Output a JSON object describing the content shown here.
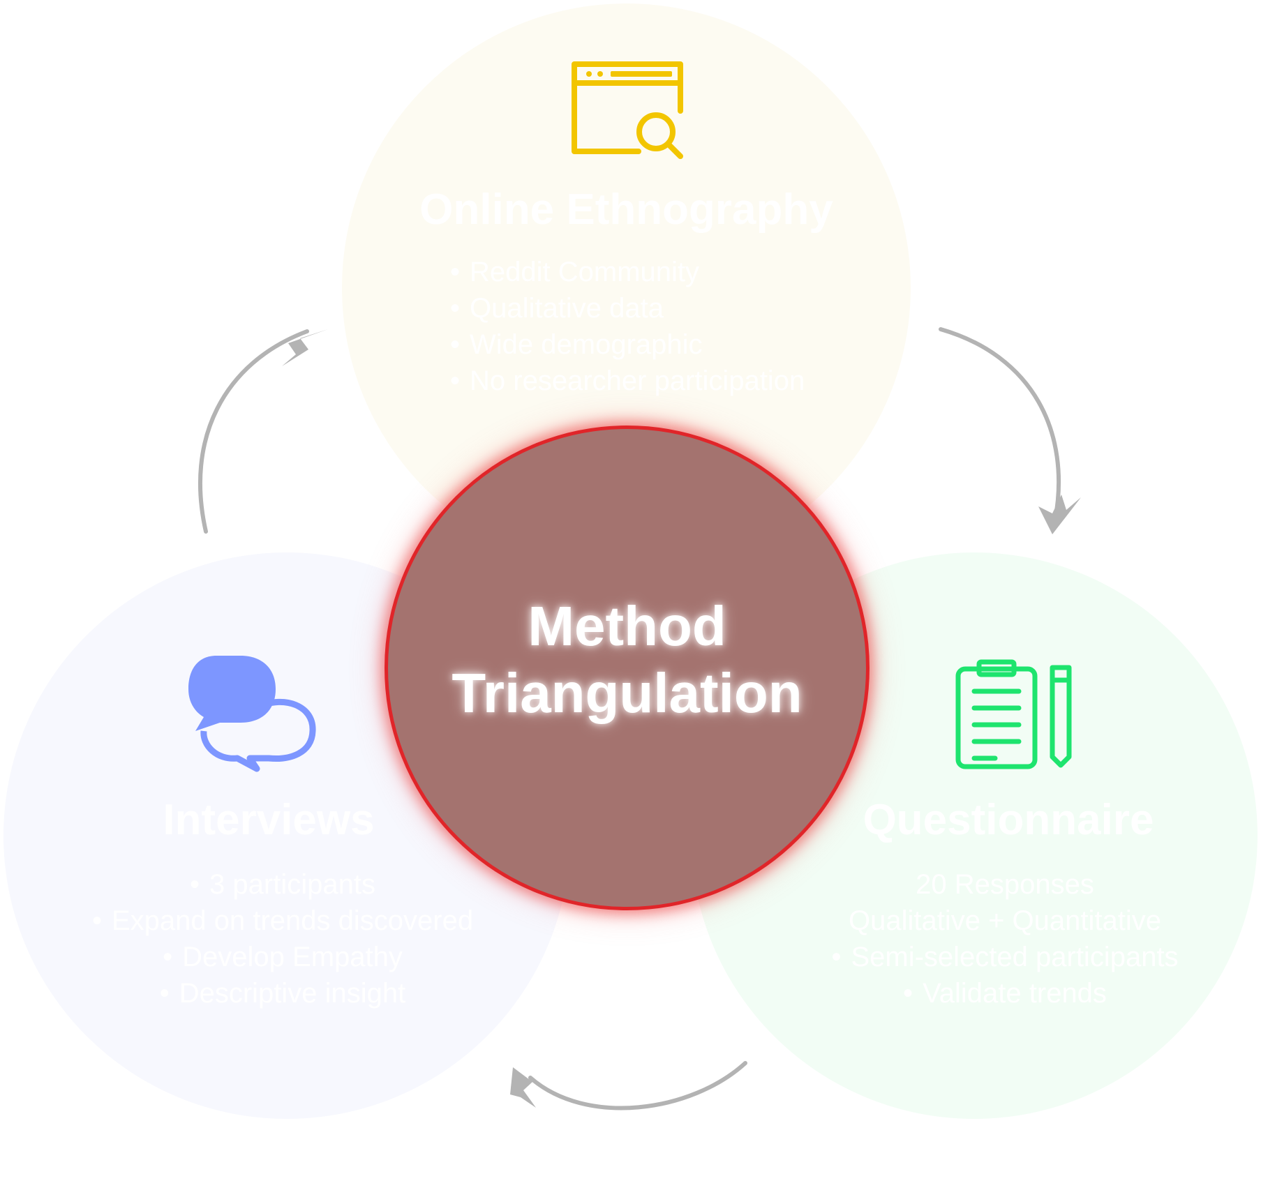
{
  "center": {
    "line1": "Method",
    "line2": "Triangulation"
  },
  "methods": {
    "online_ethnography": {
      "title": "Online Ethnography",
      "icon": "browser-search-icon",
      "color": "#f2c500",
      "bullets": [
        "Reddit Community",
        "Qualitative data",
        "Wide demographic",
        "No researcher participation"
      ]
    },
    "interviews": {
      "title": "Interviews",
      "icon": "chat-bubbles-icon",
      "color": "#7d96ff",
      "bullets": [
        "3 participants",
        "Expand on trends discovered",
        "Develop Empathy",
        "Descriptive insight"
      ]
    },
    "questionnaire": {
      "title": "Questionnaire",
      "icon": "clipboard-pencil-icon",
      "color": "#1ee46e",
      "bullets": [
        "20 Responses",
        "Qualitative + Quantitative",
        "Semi-selected participants",
        "Validate trends"
      ]
    }
  },
  "colors": {
    "center_fill": "#a4736f",
    "center_border": "#e02529",
    "arrows": "#b3b3b3"
  }
}
